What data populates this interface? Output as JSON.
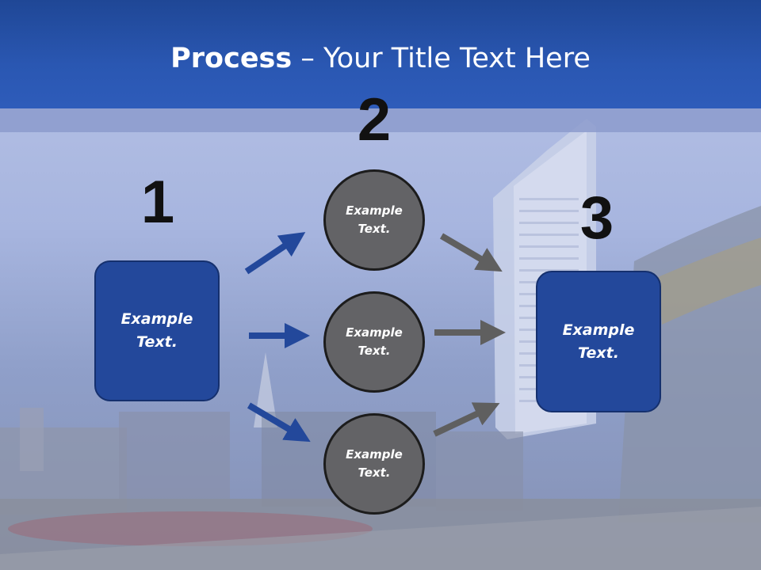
{
  "title": {
    "bold": "Process",
    "rest": " – Your Title Text Here"
  },
  "steps": {
    "n1": "1",
    "n2": "2",
    "n3": "3"
  },
  "boxes": {
    "left": "Example Text.",
    "right": "Example Text."
  },
  "circles": {
    "top": "Example Text.",
    "middle": "Example Text.",
    "bottom": "Example Text."
  },
  "colors": {
    "header": "#2a57b2",
    "box_fill": "#23489b",
    "circle_fill": "#636366",
    "arrow_blue": "#23489b",
    "arrow_gray": "#5f5f5f"
  }
}
